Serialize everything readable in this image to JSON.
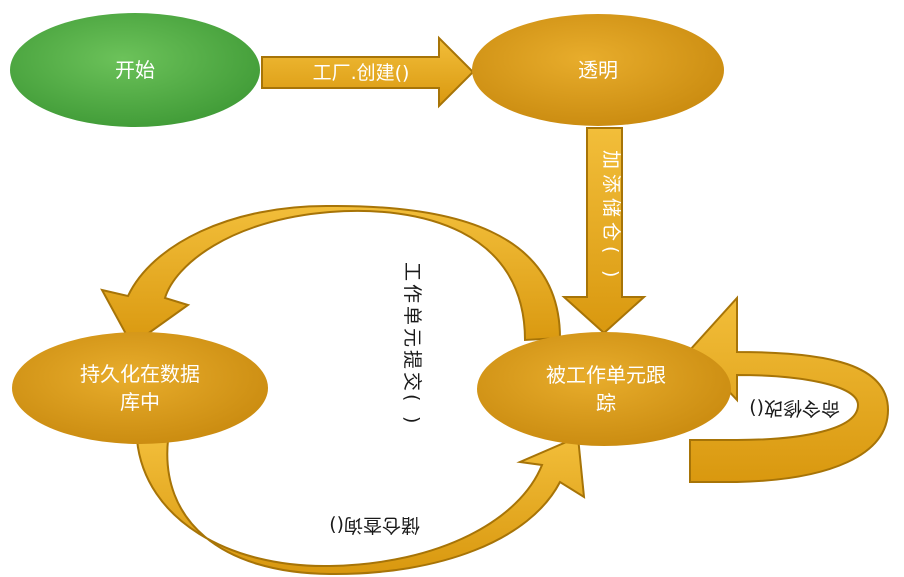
{
  "nodes": {
    "start": "开始",
    "transparent": "透明",
    "tracked": "被工作单元跟踪",
    "persisted": "持久化在数据库中"
  },
  "edges": {
    "factory_create": "工厂.创建()",
    "add_repository": "加添储仓()",
    "commit_unit_of_work": "工作单元提交()",
    "modify_command": "命令修改()",
    "repository_query": "储仓查询()"
  },
  "colors": {
    "start_fill": "#4caf3c",
    "node_fill": "#d99b16",
    "arrow_fill": "#e5a814",
    "arrow_stroke": "#a77407",
    "text_light": "#ffffff",
    "text_dark": "#1a1a1a"
  }
}
